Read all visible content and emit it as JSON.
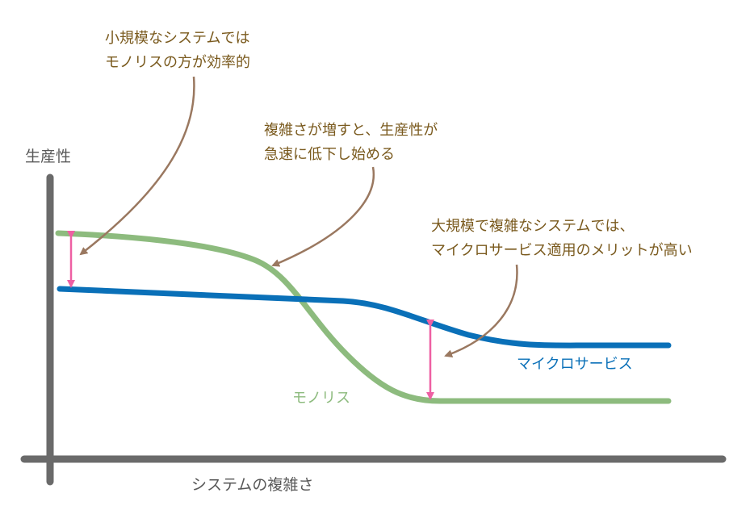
{
  "axes": {
    "y_label": "生産性",
    "x_label": "システムの複雑さ"
  },
  "series": {
    "monolith": {
      "name": "モノリス",
      "color": "#8dbb7e"
    },
    "microservices": {
      "name": "マイクロサービス",
      "color": "#0a70b8"
    }
  },
  "callouts": {
    "small": {
      "line1": "小規模なシステムでは",
      "line2": "モノリスの方が効率的"
    },
    "complexity": {
      "line1": "複雑さが増すと、生産性が",
      "line2": "急速に低下し始める"
    },
    "large": {
      "line1": "大規模で複雑なシステムでは、",
      "line2": "マイクロサービス適用のメリットが高い"
    }
  },
  "colors": {
    "axis": "#6a6a6a",
    "arrow": "#9a7860",
    "gap_marker": "#ee5fa3",
    "callout_text": "#7a5a1e",
    "axis_text": "#595959"
  }
}
